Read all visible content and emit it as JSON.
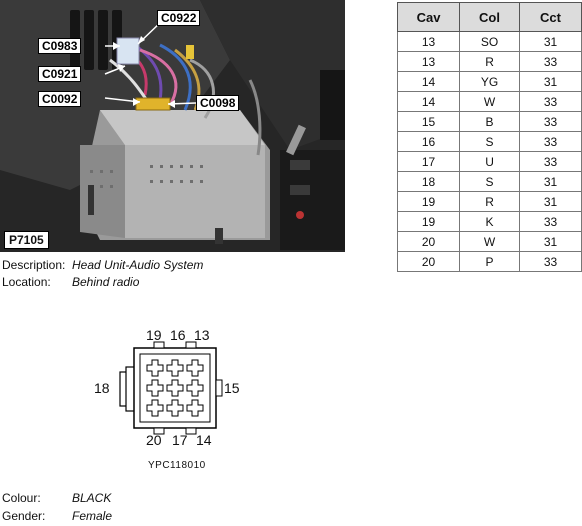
{
  "photo": {
    "id_label": "P7105",
    "callouts": [
      "C0922",
      "C0983",
      "C0921",
      "C0092",
      "C0098"
    ]
  },
  "info": {
    "description_label": "Description:",
    "description_value": "Head Unit-Audio System",
    "location_label": "Location:",
    "location_value": "Behind radio",
    "colour_label": "Colour:",
    "colour_value": "BLACK",
    "gender_label": "Gender:",
    "gender_value": "Female"
  },
  "table": {
    "headers": [
      "Cav",
      "Col",
      "Cct"
    ],
    "rows": [
      [
        "13",
        "SO",
        "31"
      ],
      [
        "13",
        "R",
        "33"
      ],
      [
        "14",
        "YG",
        "31"
      ],
      [
        "14",
        "W",
        "33"
      ],
      [
        "15",
        "B",
        "33"
      ],
      [
        "16",
        "S",
        "33"
      ],
      [
        "17",
        "U",
        "33"
      ],
      [
        "18",
        "S",
        "31"
      ],
      [
        "19",
        "R",
        "31"
      ],
      [
        "19",
        "K",
        "33"
      ],
      [
        "20",
        "W",
        "31"
      ],
      [
        "20",
        "P",
        "33"
      ]
    ]
  },
  "connector": {
    "top_pins": [
      "19",
      "16",
      "13"
    ],
    "bottom_pins": [
      "20",
      "17",
      "14"
    ],
    "left_pin": "18",
    "right_pin": "15",
    "code": "YPC118010"
  }
}
